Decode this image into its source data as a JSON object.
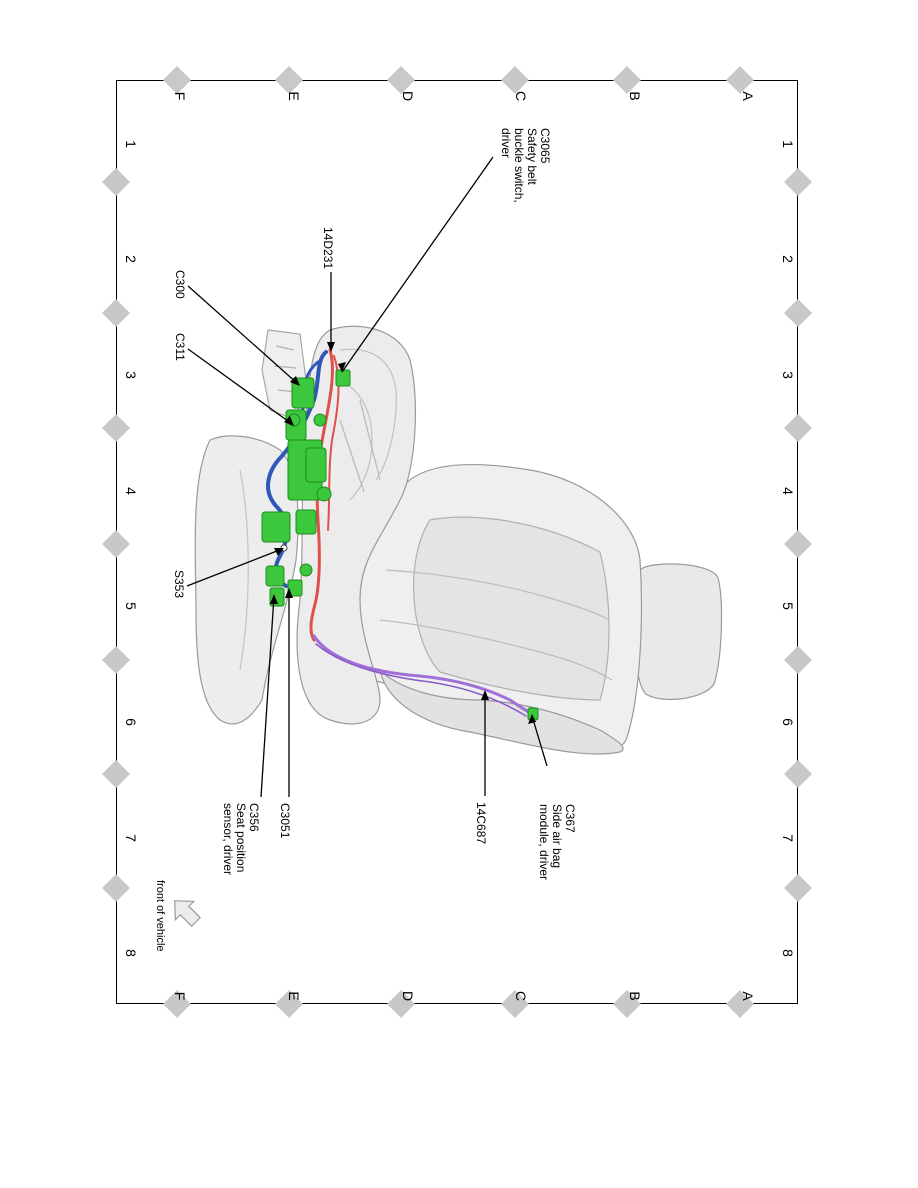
{
  "grid": {
    "row_letters": [
      "A",
      "B",
      "C",
      "D",
      "E",
      "F"
    ],
    "column_numbers": [
      "1",
      "2",
      "3",
      "4",
      "5",
      "6",
      "7",
      "8"
    ]
  },
  "callouts": {
    "c3065": [
      "C3065",
      "Safety belt",
      "buckle switch,",
      "driver"
    ],
    "d14d231": [
      "14D231"
    ],
    "c300": [
      "C300"
    ],
    "c311": [
      "C311"
    ],
    "s353": [
      "S353"
    ],
    "c367": [
      "C367",
      "Side air bag",
      "module, driver"
    ],
    "c14c687": [
      "14C687"
    ],
    "c3051": [
      "C3051"
    ],
    "c356": [
      "C356",
      "Seat position",
      "sensor, driver"
    ]
  },
  "orientation": {
    "label": "front of vehicle"
  },
  "colors": {
    "frame": "#000000",
    "grid_marker": "#c8c8c8",
    "seat": "#e6e6e6",
    "harness_blue": "#2f58b8",
    "harness_red": "#e0504a",
    "harness_purple": "#a070d8",
    "connector_green": "#3cc83c"
  }
}
